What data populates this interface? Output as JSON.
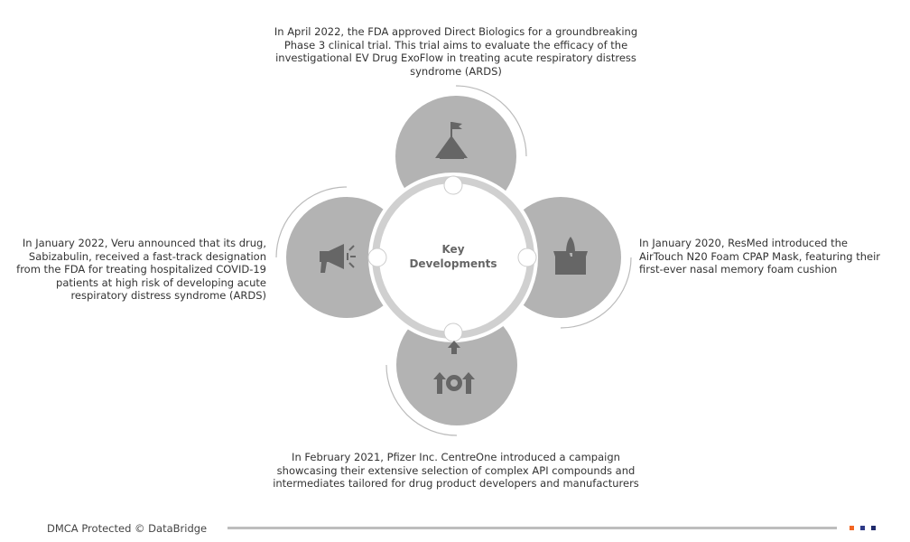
{
  "center": {
    "line1": "Key",
    "line2": "Developments"
  },
  "developments": {
    "top": {
      "icon": "mountain-flag-icon",
      "text": "In April 2022, the FDA approved Direct Biologics for a groundbreaking Phase 3 clinical trial. This trial aims to evaluate the efficacy of the investigational EV Drug ExoFlow in treating acute respiratory distress syndrome (ARDS)"
    },
    "left": {
      "icon": "megaphone-icon",
      "text": "In January 2022, Veru announced that its drug, Sabizabulin, received a fast-track designation from the FDA for treating hospitalized COVID-19 patients at high risk of developing acute respiratory distress syndrome (ARDS)"
    },
    "right": {
      "icon": "rocket-box-icon",
      "text": "In January 2020, ResMed introduced the AirTouch N20 Foam CPAP Mask, featuring their first-ever nasal memory foam cushion"
    },
    "bottom": {
      "icon": "gear-arrows-icon",
      "text": "In February 2021, Pfizer Inc. CentreOne introduced a campaign showcasing their extensive selection of complex API compounds and intermediates tailored for drug product developers and manufacturers"
    }
  },
  "footer": {
    "text": "DMCA Protected © DataBridge"
  },
  "colors": {
    "circle": "#b3b3b3",
    "icon": "#666666",
    "ring": "#d0d0d0",
    "accent1": "#f26522",
    "accent2": "#2e3a87",
    "accent3": "#1f2a6b"
  }
}
